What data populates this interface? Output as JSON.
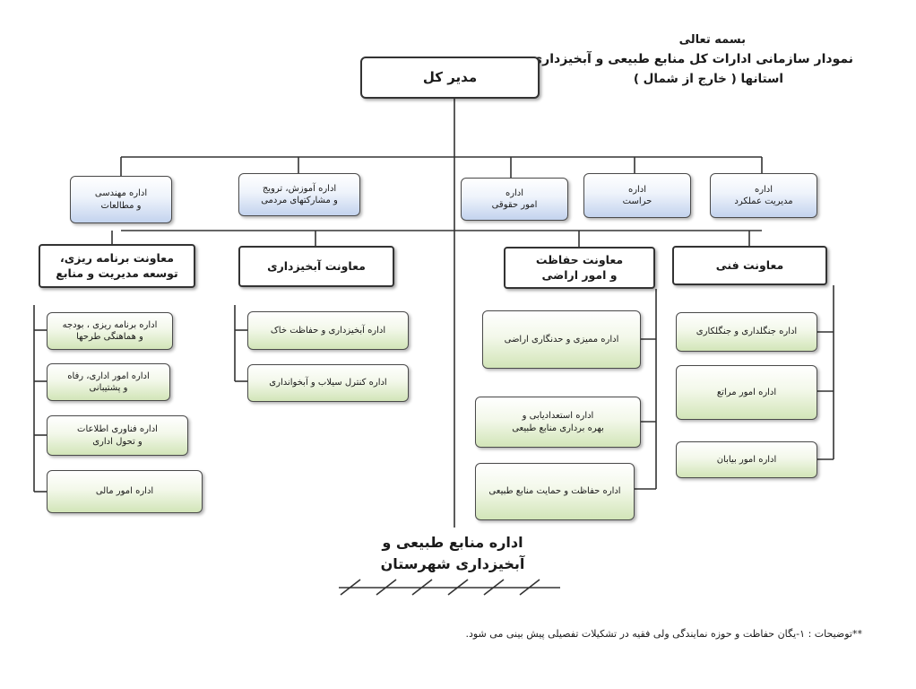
{
  "header": {
    "line1": "بسمه تعالی",
    "line2": "نمودار سازمانی ادارات کل منابع طبیعی و آبخیزداری",
    "line3": "استانها ( خارج از شمال )"
  },
  "director": "مدیر کل",
  "staff_offices": [
    "اداره\nمدیریت عملکرد",
    "اداره\nحراست",
    "اداره\nامور حقوقی",
    "اداره آموزش، ترویج\nو مشارکتهای مردمی",
    "اداره مهندسی\nو مطالعات"
  ],
  "deputies": {
    "technical": {
      "title": "معاونت فنی",
      "offices": [
        "اداره جنگلداری و جنگلکاری",
        "اداره امور مراتع",
        "اداره امور بیابان"
      ]
    },
    "protection": {
      "title": "معاونت حفاظت\nو امور اراضی",
      "offices": [
        "اداره ممیزی و حدنگاری اراضی",
        "اداره استعدادیابی و\nبهره برداری منابع طبیعی",
        "اداره حفاظت و حمایت منابع طبیعی"
      ]
    },
    "watershed": {
      "title": "معاونت آبخیزداری",
      "offices": [
        "اداره آبخیزداری و حفاظت خاک",
        "اداره کنترل سیلاب و آبخوانداری"
      ]
    },
    "planning": {
      "title": "معاونت برنامه ریزی،\nتوسعه مدیریت و منابع",
      "offices": [
        "اداره برنامه ریزی ، بودجه\nو هماهنگی طرحها",
        "اداره امور اداری، رفاه\nو پشتیبانی",
        "اداره فناوری اطلاعات\nو تحول اداری",
        "اداره امور مالی"
      ]
    }
  },
  "city_office": "اداره منابع طبیعی و\nآبخیزداری شهرستان",
  "footnote": "**توضیحات : ۱-یگان حفاظت  و حوزه نمایندگی ولی فقیه در تشکیلات تفصیلی پیش بینی می شود."
}
